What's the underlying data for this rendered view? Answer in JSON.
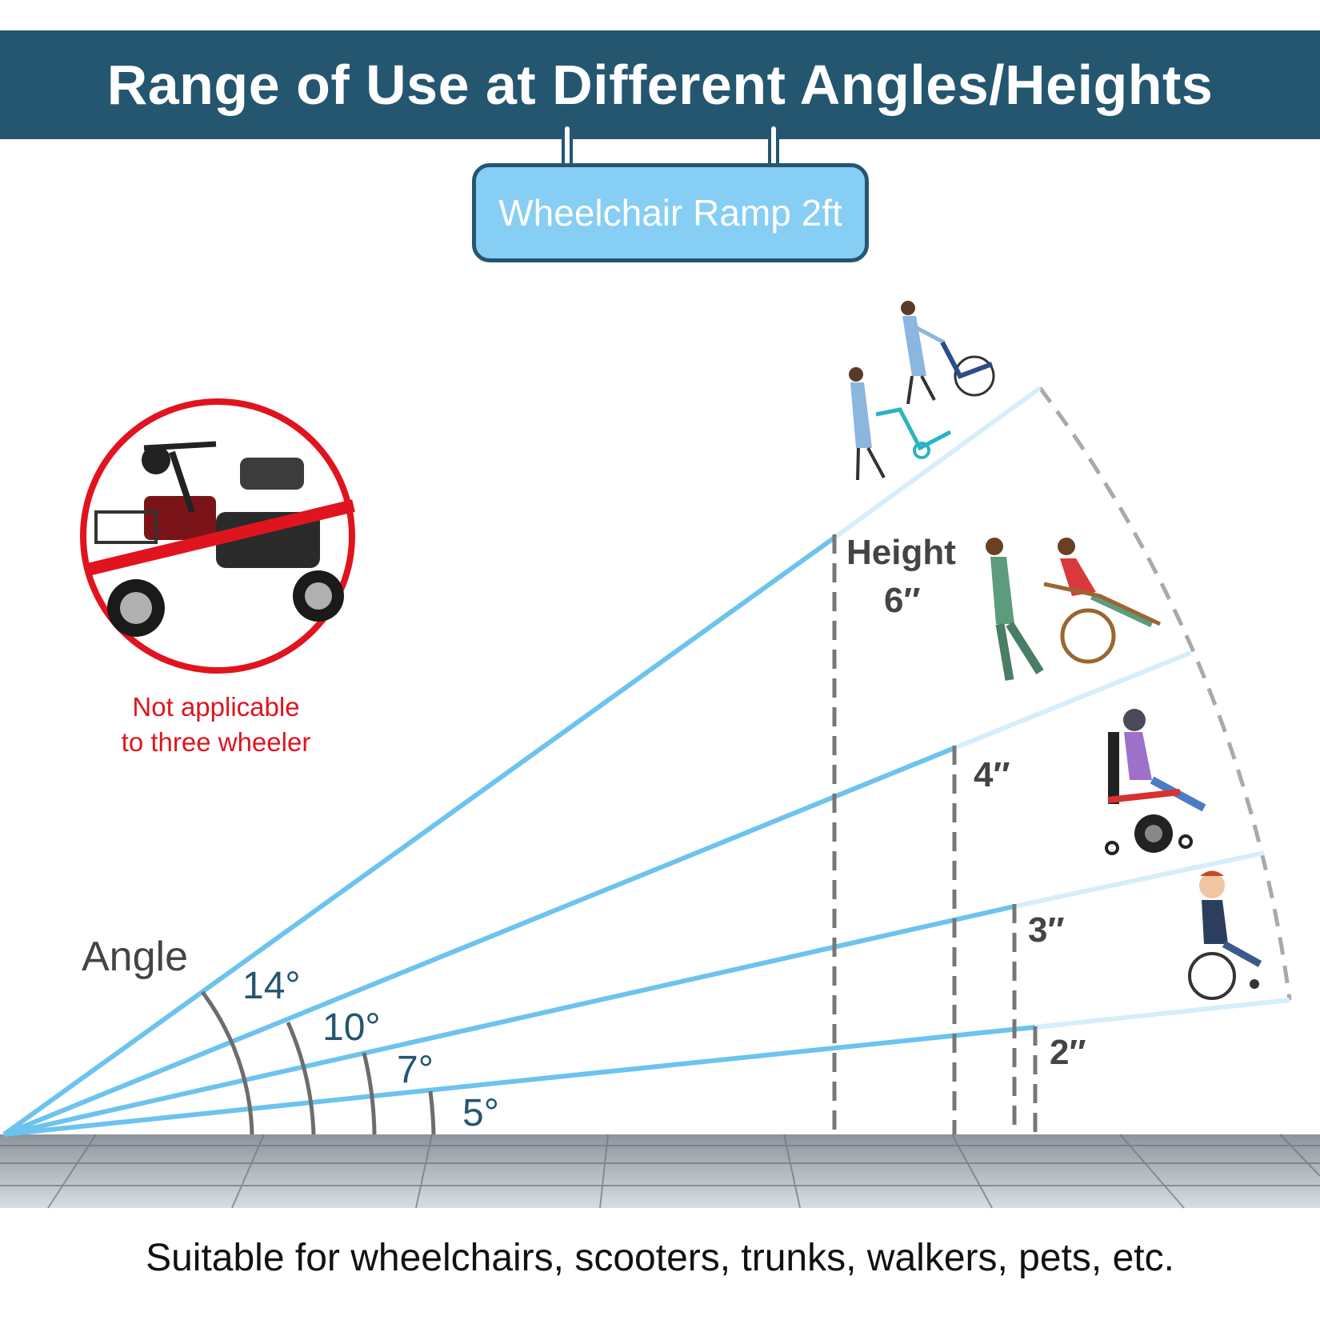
{
  "header": {
    "title": "Range of Use at Different Angles/Heights"
  },
  "sign": {
    "label": "Wheelchair Ramp 2ft"
  },
  "warning": {
    "line1": "Not applicable",
    "line2": "to three wheeler"
  },
  "diagram": {
    "angle_label": "Angle",
    "height_label": "Height",
    "ramps": [
      {
        "angle": "14°",
        "height": "6″"
      },
      {
        "angle": "10°",
        "height": "4″"
      },
      {
        "angle": "7°",
        "height": "3″"
      },
      {
        "angle": "5°",
        "height": "2″"
      }
    ]
  },
  "colors": {
    "header": "#255670",
    "ramp_line": "#6cc3ee",
    "sign": "#86cef3",
    "warning": "#e0141e"
  },
  "icons": [
    "no-three-wheeler-icon",
    "nurse-with-wheelchair-icon",
    "nurse-with-hand-truck-icon",
    "man-with-wheelchair-user-icon",
    "woman-power-wheelchair-icon",
    "boy-wheelchair-icon"
  ],
  "footer": {
    "text": "Suitable for wheelchairs, scooters, trunks, walkers, pets, etc."
  }
}
